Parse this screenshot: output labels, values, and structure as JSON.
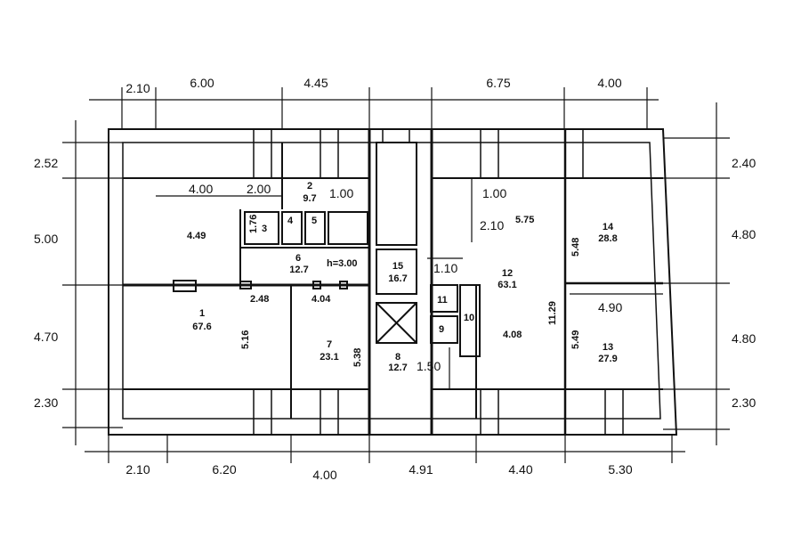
{
  "top_dims": [
    "2.10",
    "6.00",
    "4.45",
    "6.75",
    "4.00"
  ],
  "bottom_dims": [
    "2.10",
    "6.20",
    "4.00",
    "4.91",
    "4.40",
    "5.30"
  ],
  "left_dims": [
    "2.52",
    "5.00",
    "4.70",
    "2.30"
  ],
  "right_dims": [
    "2.40",
    "4.80",
    "4.80",
    "2.30"
  ],
  "inner_dims": {
    "d400": "4.00",
    "d200": "2.00",
    "d100a": "1.00",
    "d100b": "1.00",
    "d210": "2.10",
    "d110": "1.10",
    "d490": "4.90",
    "d150": "1.50",
    "d449": "4.49",
    "d176": "1.76",
    "d248": "2.48",
    "d404": "4.04",
    "d516": "5.16",
    "d538": "5.38",
    "d575": "5.75",
    "d548": "5.48",
    "d1129": "11.29",
    "d408": "4.08",
    "d549": "5.49",
    "height": "h=3.00"
  },
  "rooms": [
    {
      "num": "1",
      "area": "67.6"
    },
    {
      "num": "2",
      "area": "9.7"
    },
    {
      "num": "3"
    },
    {
      "num": "4"
    },
    {
      "num": "5"
    },
    {
      "num": "6",
      "area": "12.7"
    },
    {
      "num": "7",
      "area": "23.1"
    },
    {
      "num": "8",
      "area": "12.7"
    },
    {
      "num": "9"
    },
    {
      "num": "10"
    },
    {
      "num": "11"
    },
    {
      "num": "12",
      "area": "63.1"
    },
    {
      "num": "13",
      "area": "27.9"
    },
    {
      "num": "14",
      "area": "28.8"
    },
    {
      "num": "15",
      "area": "16.7"
    }
  ]
}
